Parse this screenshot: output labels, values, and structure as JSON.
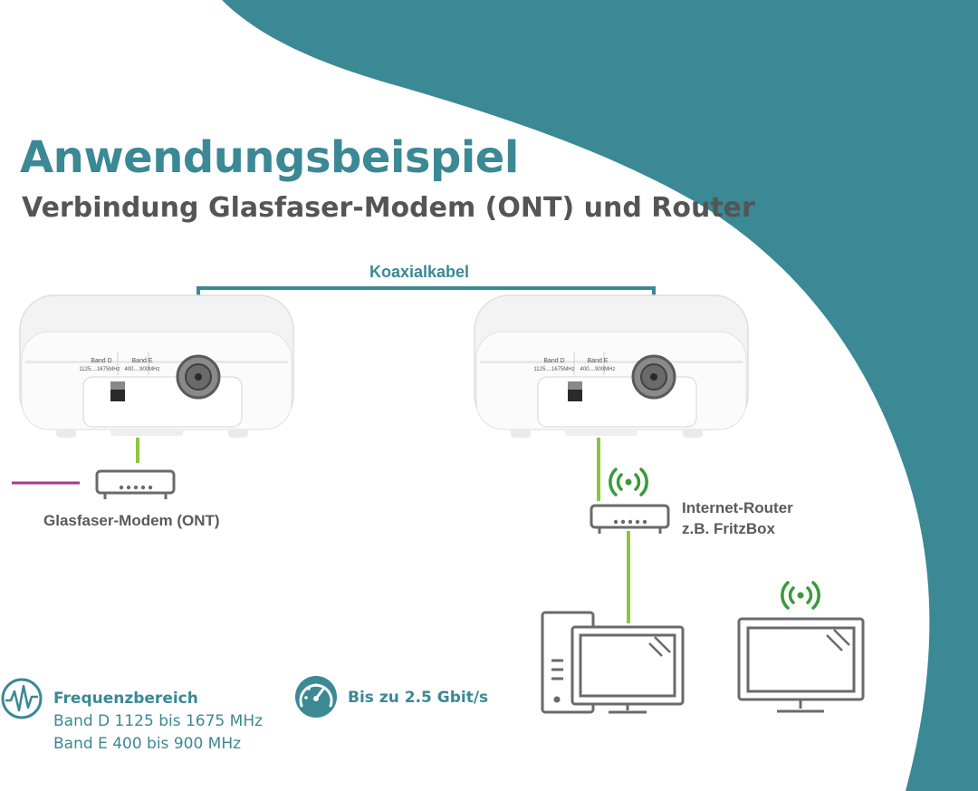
{
  "header": {
    "title": "Anwendungsbeispiel",
    "subtitle": "Verbindung Glasfaser-Modem (ONT) und Router"
  },
  "diagram": {
    "cable_label": "Koaxialkabel",
    "device_left": {
      "band_d_label": "Band D",
      "band_d_range": "1125....1675MHz",
      "band_e_label": "Band E",
      "band_e_range": "400....900MHz"
    },
    "device_right": {
      "band_d_label": "Band D",
      "band_d_range": "1125....1675MHz",
      "band_e_label": "Band E",
      "band_e_range": "400....900MHz"
    },
    "modem_label": "Glasfaser-Modem (ONT)",
    "router_label_line1": "Internet-Router",
    "router_label_line2": "z.B. FritzBox"
  },
  "features": {
    "frequency": {
      "icon": "waveform-icon",
      "title": "Frequenzbereich",
      "line1": "Band D 1125 bis 1675 MHz",
      "line2": "Band E 400 bis 900 MHz"
    },
    "speed": {
      "icon": "speedometer-icon",
      "title": "Bis zu 2.5 Gbit/s"
    }
  },
  "colors": {
    "teal": "#3a8995",
    "green_link": "#8cc63f",
    "fiber_magenta": "#a23a8f",
    "wifi_green": "#3a9a3a",
    "icon_gray": "#6a6a6a",
    "text_gray": "#5a5a5a"
  }
}
